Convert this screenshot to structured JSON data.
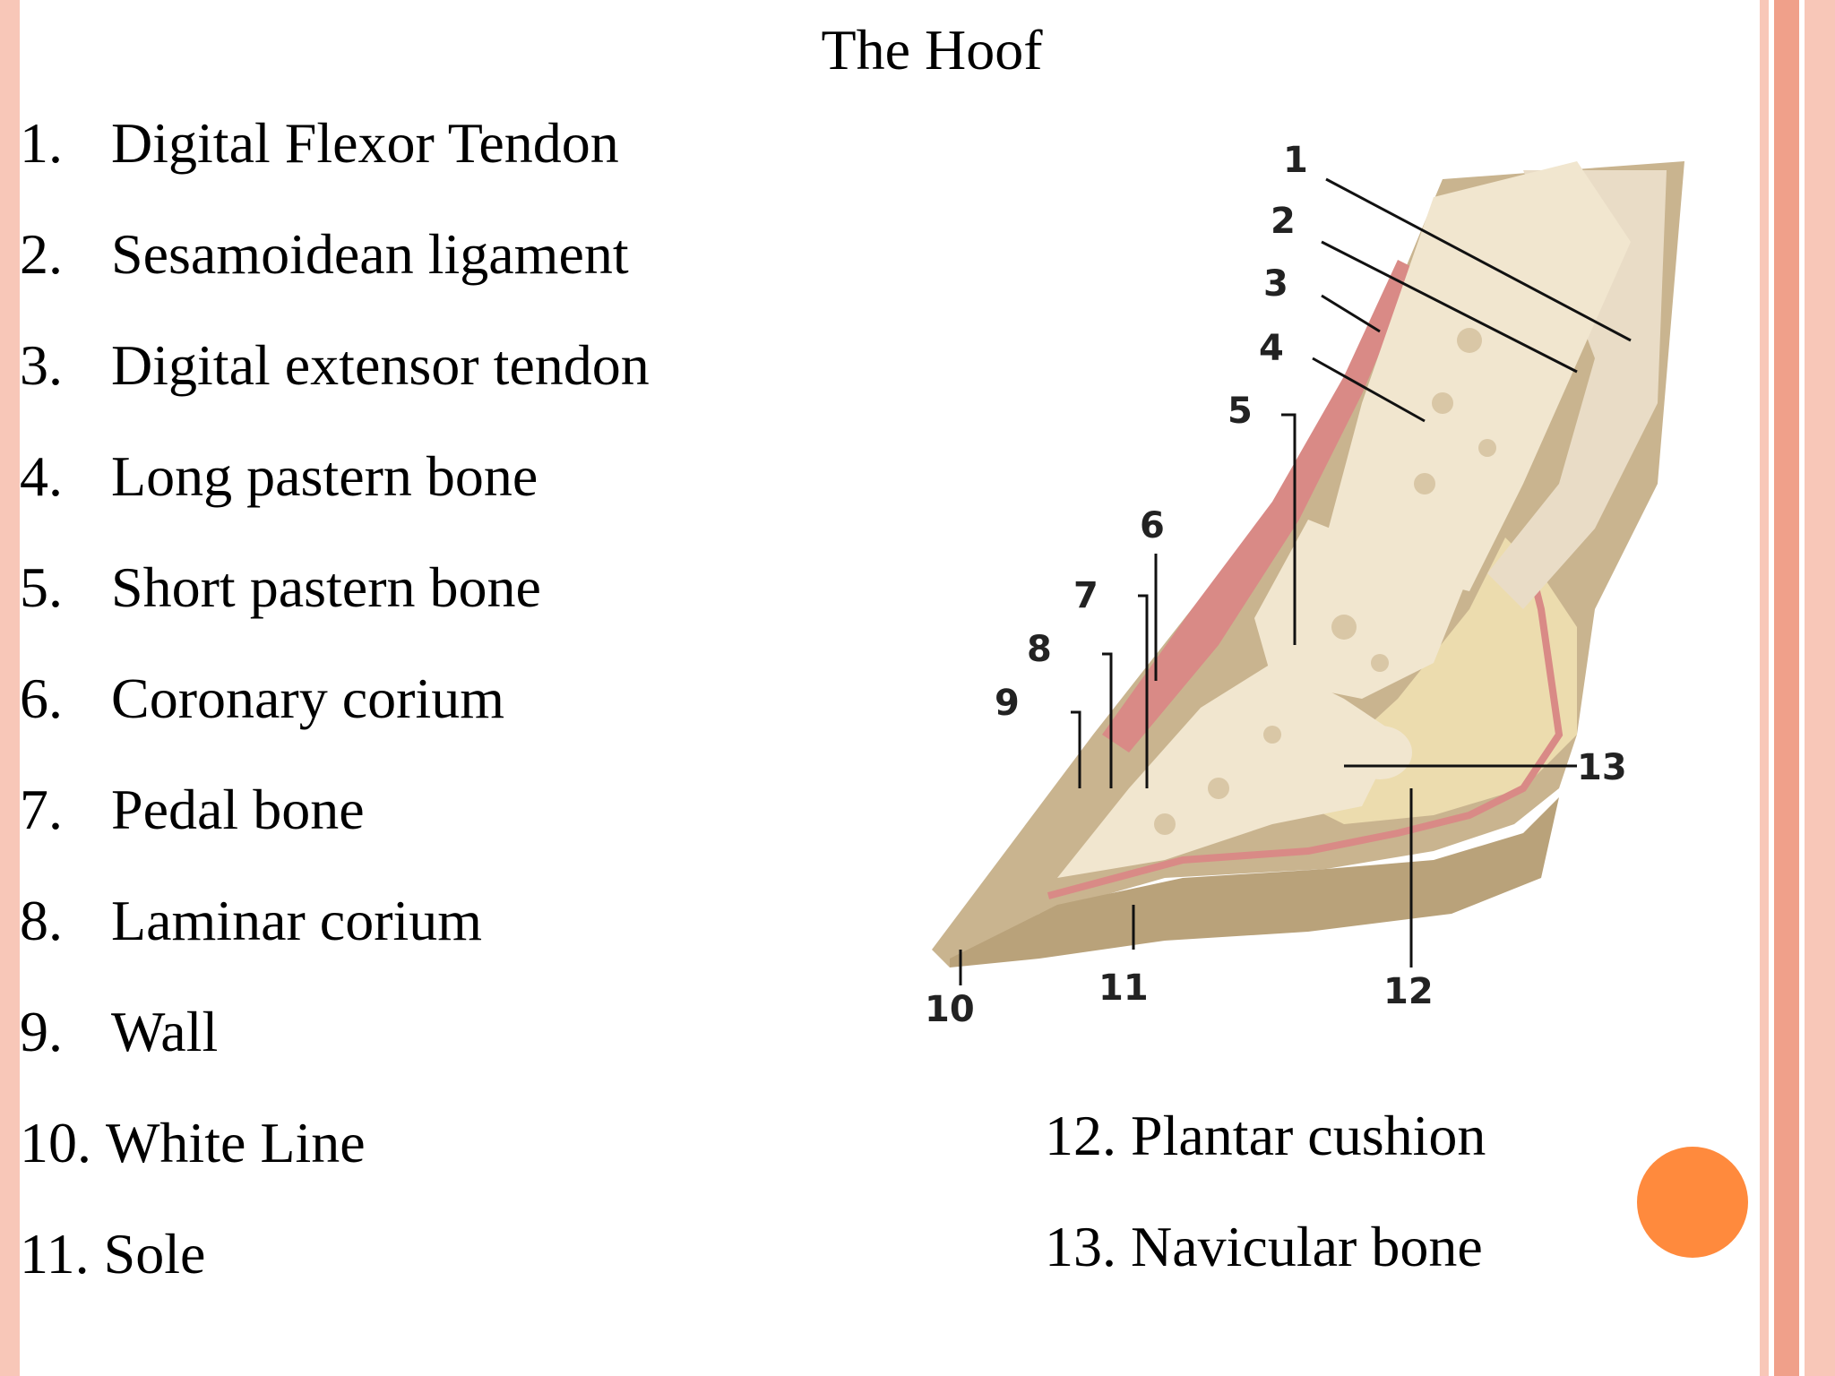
{
  "title": "The Hoof",
  "legend_left": [
    {
      "num": "1.",
      "label": "Digital Flexor Tendon"
    },
    {
      "num": "2.",
      "label": "Sesamoidean ligament"
    },
    {
      "num": "3.",
      "label": "Digital extensor tendon"
    },
    {
      "num": "4.",
      "label": "Long pastern bone"
    },
    {
      "num": "5.",
      "label": "Short pastern bone"
    },
    {
      "num": "6.",
      "label": "Coronary corium"
    },
    {
      "num": "7.",
      "label": "Pedal bone"
    },
    {
      "num": "8.",
      "label": "Laminar corium"
    },
    {
      "num": "9.",
      "label": "Wall"
    },
    {
      "num": "10.",
      "label": "White Line"
    },
    {
      "num": "11.",
      "label": "Sole"
    }
  ],
  "legend_right": [
    {
      "num": "12.",
      "label": "Plantar cushion"
    },
    {
      "num": "13.",
      "label": "Navicular bone"
    }
  ],
  "diagram_labels": [
    "1",
    "2",
    "3",
    "4",
    "5",
    "6",
    "7",
    "8",
    "9",
    "10",
    "11",
    "12",
    "13"
  ],
  "colors": {
    "border_light": "#f8c7b8",
    "border_dark": "#f0a08a",
    "accent_dot": "#ff8a3d",
    "bone": "#f1e6cf",
    "bone_marrow": "#d9c7a6",
    "corium": "#d98a86",
    "hoof_wall": "#c9b48f",
    "sole": "#b9a27a",
    "cushion": "#ecdcae",
    "tendon": "#e9dcc6"
  }
}
